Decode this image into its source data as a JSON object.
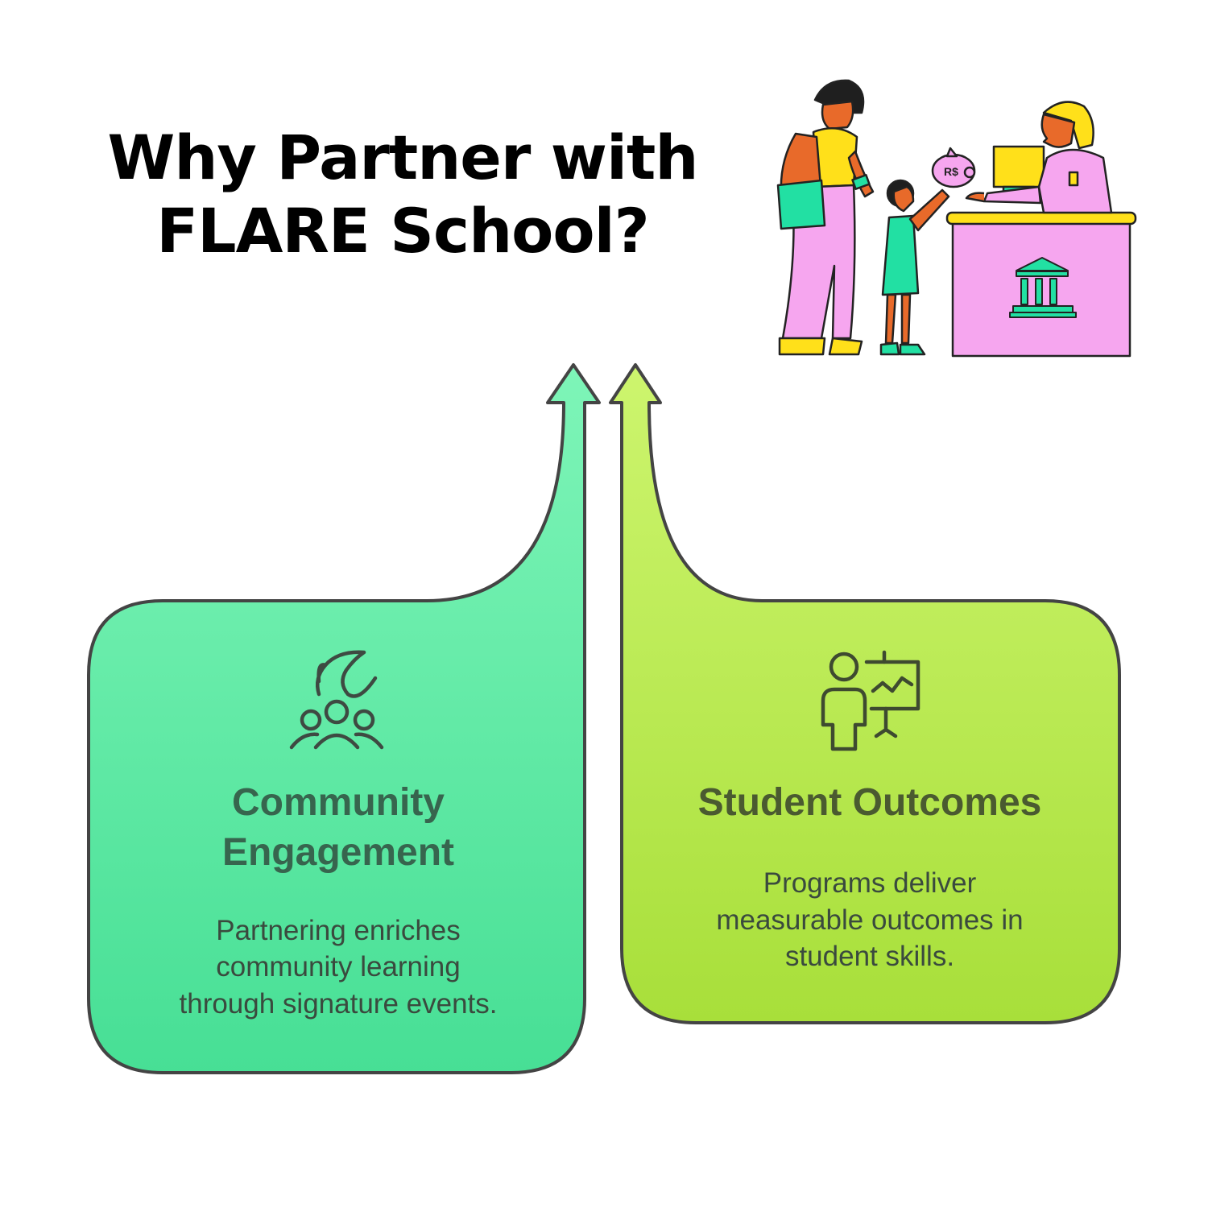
{
  "title": {
    "line1": "Why Partner with",
    "line2": "FLARE School?"
  },
  "cards": [
    {
      "heading_line1": "Community",
      "heading_line2": "Engagement",
      "desc_line1": "Partnering enriches",
      "desc_line2": "community learning",
      "desc_line3": "through signature events.",
      "icon": "community-hand-icon",
      "color": "#5ee6a2"
    },
    {
      "heading_line1": "Student Outcomes",
      "desc_line1": "Programs deliver",
      "desc_line2": "measurable outcomes in",
      "desc_line3": "student skills.",
      "icon": "presentation-chart-icon",
      "color": "#b9e956"
    }
  ],
  "illustration": {
    "piggy_label": "R$",
    "icon": "bank-counter-illustration"
  }
}
